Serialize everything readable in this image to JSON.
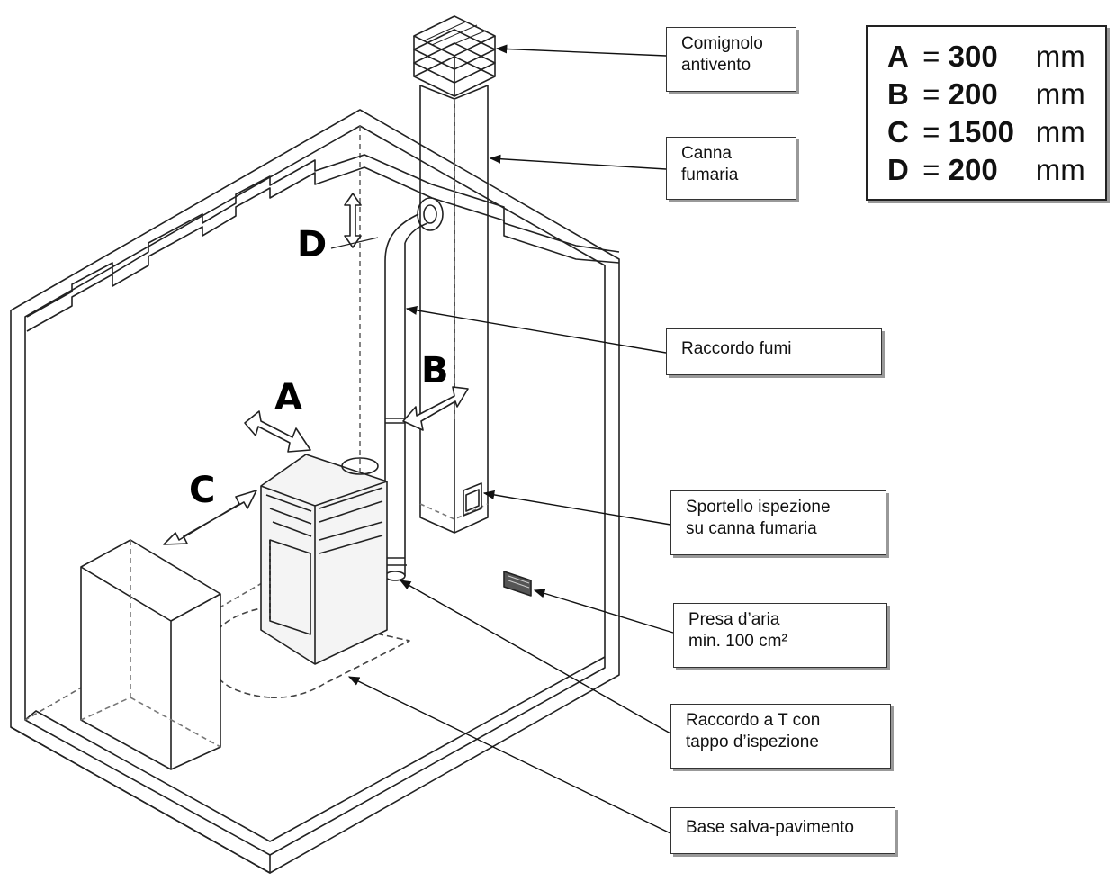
{
  "dimensions": [
    {
      "key": "A",
      "eq": "=",
      "value": "300",
      "unit": "mm"
    },
    {
      "key": "B",
      "eq": "=",
      "value": "200",
      "unit": "mm"
    },
    {
      "key": "C",
      "eq": "=",
      "value": "1500",
      "unit": "mm"
    },
    {
      "key": "D",
      "eq": "=",
      "value": "200",
      "unit": "mm"
    }
  ],
  "callouts": {
    "comignolo": [
      "Comignolo",
      "antivento"
    ],
    "canna": [
      "Canna",
      "fumaria"
    ],
    "raccordo_fumi": [
      "Raccordo fumi"
    ],
    "sportello": [
      "Sportello ispezione",
      "su canna fumaria"
    ],
    "presa": [
      "Presa d’aria",
      "min. 100 cm²"
    ],
    "raccordo_t": [
      "Raccordo a T con",
      "tappo d’ispezione"
    ],
    "base": [
      "Base salva-pavimento"
    ]
  },
  "markers": {
    "a": "A",
    "b": "B",
    "c": "C",
    "d": "D"
  }
}
